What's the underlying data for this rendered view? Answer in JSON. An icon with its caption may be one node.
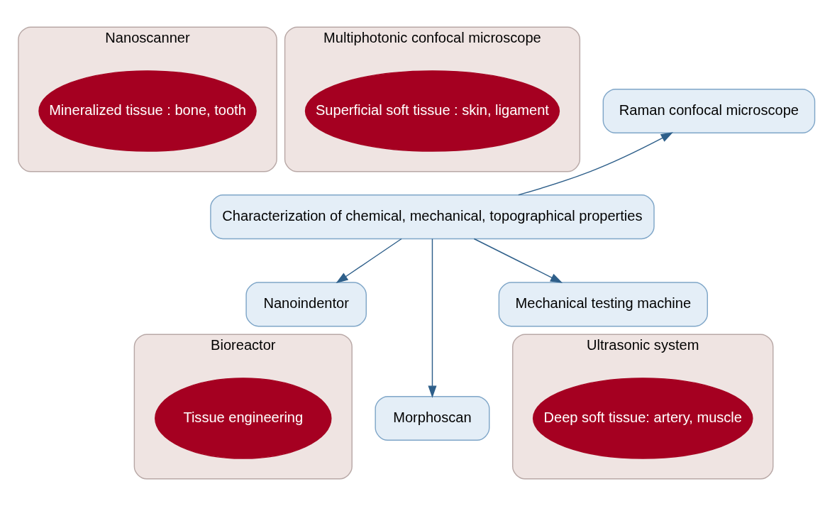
{
  "diagram": {
    "nodes": [
      {
        "text": [
          "Nanoscanner"
        ]
      },
      {
        "text": [
          "Mineralized tissue : bone, tooth"
        ],
        "in": 0
      },
      {
        "text": [
          "Multiphotonic confocal microscope"
        ]
      },
      {
        "text": [
          "Superficial soft tissue : skin, ligament"
        ],
        "in": 2
      },
      {
        "text": [
          "Raman confocal microscope"
        ]
      },
      {
        "text": [
          "Characterization of chemical, mechanical, topographical properties"
        ]
      },
      {
        "text": [
          "Nanoindentor"
        ]
      },
      {
        "text": [
          "Mechanical testing machine"
        ]
      },
      {
        "text": [
          "Morphoscan"
        ]
      },
      {
        "text": [
          "Bioreactor"
        ]
      },
      {
        "text": [
          "Tissue engineering"
        ],
        "in": 9
      },
      {
        "text": [
          "Ultrasonic system"
        ]
      },
      {
        "text": [
          "Deep soft tissue: artery, muscle"
        ],
        "in": 11
      }
    ],
    "edges": [
      {
        "from": 5,
        "to": 4,
        "arrow": "to"
      },
      {
        "from": 5,
        "to": 6,
        "arrow": "to"
      },
      {
        "from": 5,
        "to": 7,
        "arrow": "to"
      },
      {
        "from": 5,
        "to": 8,
        "arrow": "to"
      }
    ]
  }
}
